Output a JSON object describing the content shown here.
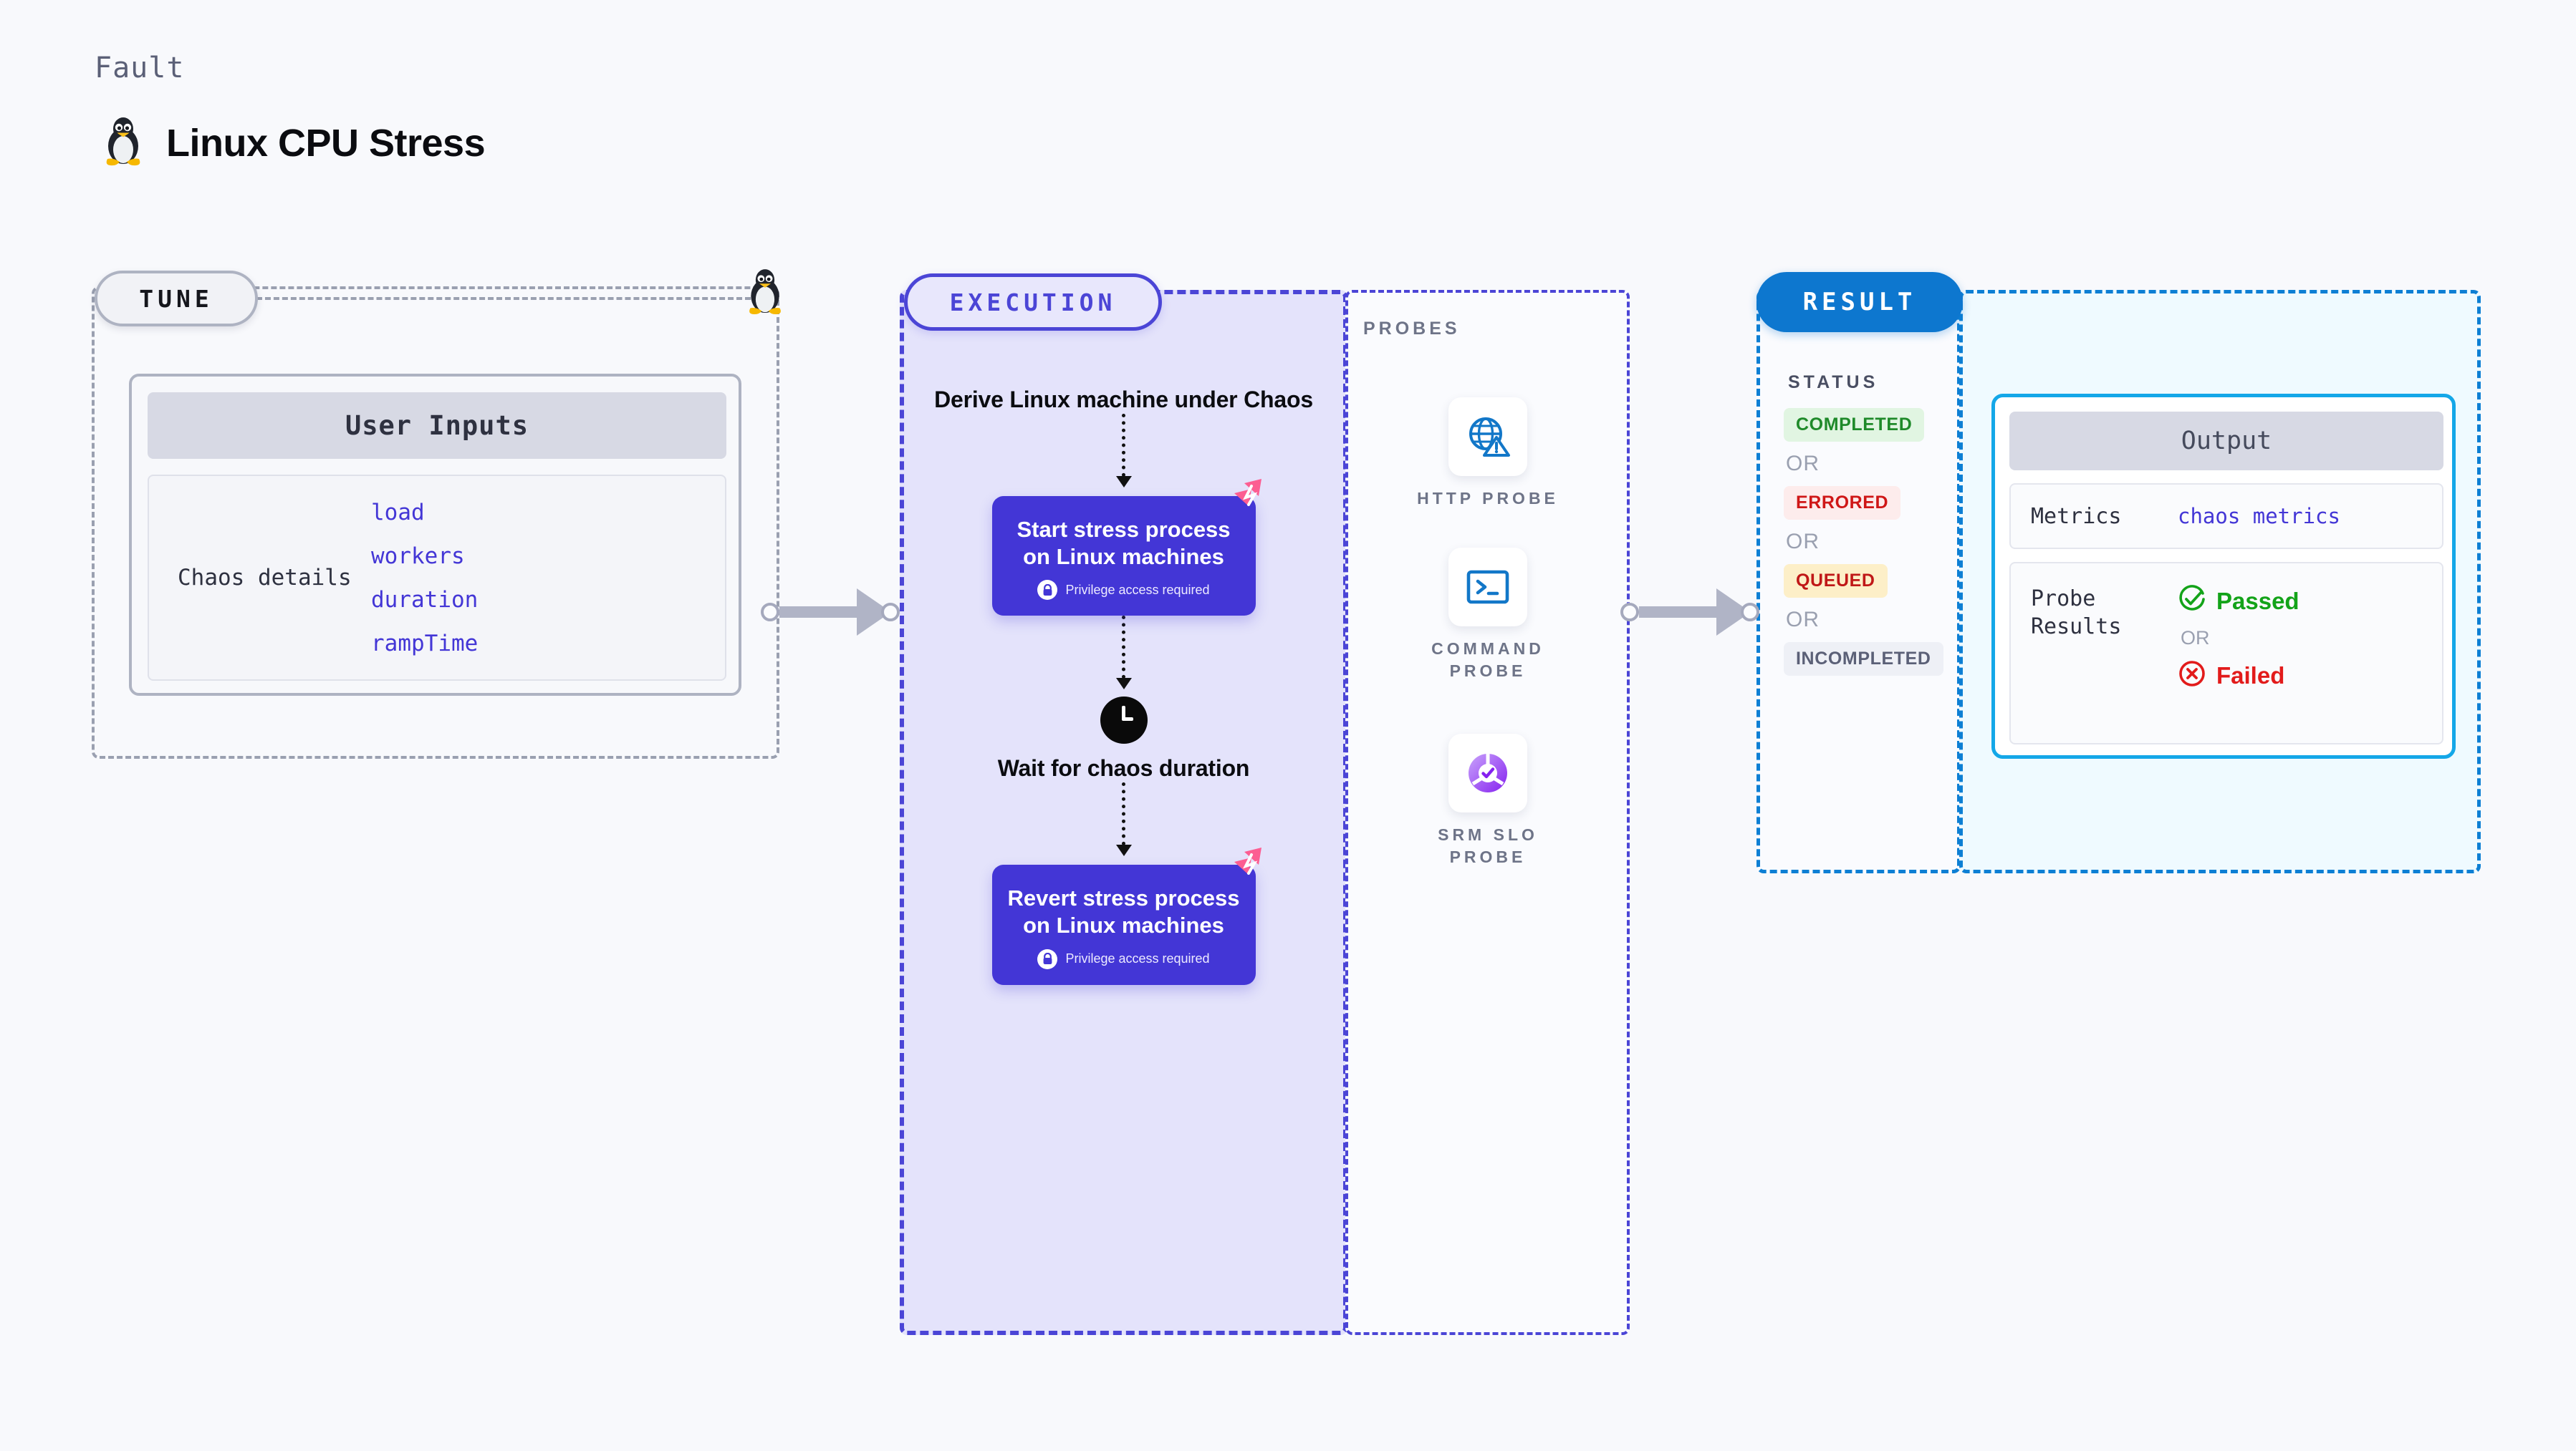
{
  "header": {
    "kicker": "Fault",
    "title": "Linux CPU Stress",
    "icon": "linux-penguin-icon"
  },
  "tune": {
    "badge": "TUNE",
    "card_title": "User Inputs",
    "row_label": "Chaos details",
    "inputs": [
      "load",
      "workers",
      "duration",
      "rampTime"
    ],
    "icon": "linux-penguin-icon"
  },
  "execution": {
    "badge": "EXECUTION",
    "steps": [
      {
        "type": "title",
        "text": "Derive Linux machine under Chaos"
      },
      {
        "type": "action",
        "text": "Start stress process on Linux machines",
        "note": "Privilege access required",
        "note_icon": "lock-icon",
        "flag_icon": "chaos-flag-icon"
      },
      {
        "type": "wait",
        "icon": "clock-icon",
        "text": "Wait for chaos duration"
      },
      {
        "type": "action",
        "text": "Revert stress process on Linux machines",
        "note": "Privilege access required",
        "note_icon": "lock-icon",
        "flag_icon": "chaos-flag-icon"
      }
    ]
  },
  "probes": {
    "title": "PROBES",
    "items": [
      {
        "label": "HTTP PROBE",
        "icon": "globe-warning-icon"
      },
      {
        "label": "COMMAND PROBE",
        "icon": "terminal-icon"
      },
      {
        "label": "SRM SLO PROBE",
        "icon": "slo-check-icon"
      }
    ]
  },
  "result": {
    "badge": "RESULT",
    "status_title": "STATUS",
    "or_label": "OR",
    "statuses": [
      {
        "label": "COMPLETED",
        "bg": "#e1f5e2",
        "fg": "#1f8a2a"
      },
      {
        "label": "ERRORED",
        "bg": "#fdecec",
        "fg": "#cf1717"
      },
      {
        "label": "QUEUED",
        "bg": "#fdefc8",
        "fg": "#c01818"
      },
      {
        "label": "INCOMPLETED",
        "bg": "#eef0f6",
        "fg": "#5b6077"
      }
    ]
  },
  "output": {
    "card_title": "Output",
    "metrics_key": "Metrics",
    "metrics_value": "chaos metrics",
    "probe_key": "Probe Results",
    "or_label": "OR",
    "passed_label": "Passed",
    "passed_color": "#13a319",
    "passed_icon": "check-circle-icon",
    "failed_label": "Failed",
    "failed_color": "#e21b1b",
    "failed_icon": "x-circle-icon"
  },
  "connectors": [
    {
      "name": "tune-to-execution"
    },
    {
      "name": "probes-to-result"
    }
  ],
  "colors": {
    "background": "#f8f9fc",
    "execution_accent": "#4336d6",
    "execution_fill": "#e4e3fb",
    "result_accent": "#0d7fd4",
    "output_accent": "#14a7e8",
    "output_fill": "#effaff",
    "chaos_flag": "#fc5e92"
  }
}
